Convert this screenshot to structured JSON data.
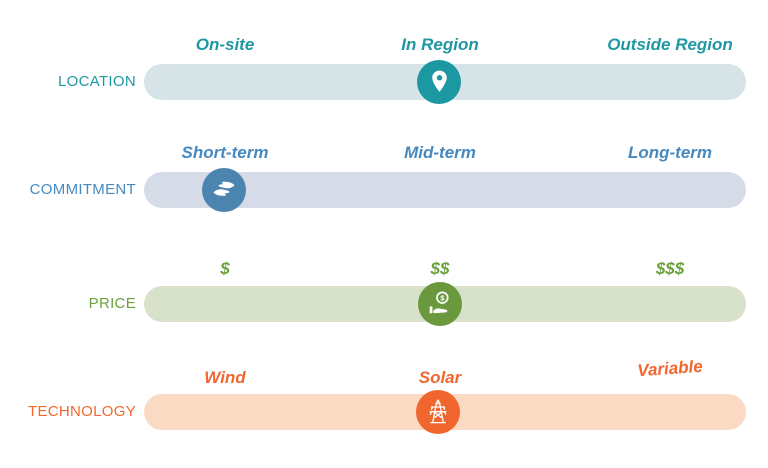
{
  "figure_type": "option-slider-infographic",
  "rows": [
    {
      "label": "LOCATION",
      "options": [
        "On-site",
        "In Region",
        "Outside Region"
      ],
      "selected": "In Region",
      "icon": "map-pin-icon",
      "accent_color": "#1B98A2",
      "track_color": "#D6E3E7",
      "text_color": "#1F98A4"
    },
    {
      "label": "COMMITMENT",
      "options": [
        "Short-term",
        "Mid-term",
        "Long-term"
      ],
      "selected": "Short-term",
      "icon": "exchange-hands-icon",
      "accent_color": "#4B84AE",
      "track_color": "#D6DBE8",
      "text_color": "#4689BF"
    },
    {
      "label": "PRICE",
      "options": [
        "$",
        "$$",
        "$$$"
      ],
      "selected": "$$",
      "icon": "coin-in-hand-icon",
      "accent_color": "#69993C",
      "track_color": "#D8E1CA",
      "text_color": "#6CA23D"
    },
    {
      "label": "TECHNOLOGY",
      "options": [
        "Wind",
        "Solar",
        "Variable"
      ],
      "selected": "Solar",
      "icon": "transmission-tower-icon",
      "accent_color": "#F1662E",
      "track_color": "#FBDAC4",
      "text_color": "#F2672F"
    }
  ]
}
